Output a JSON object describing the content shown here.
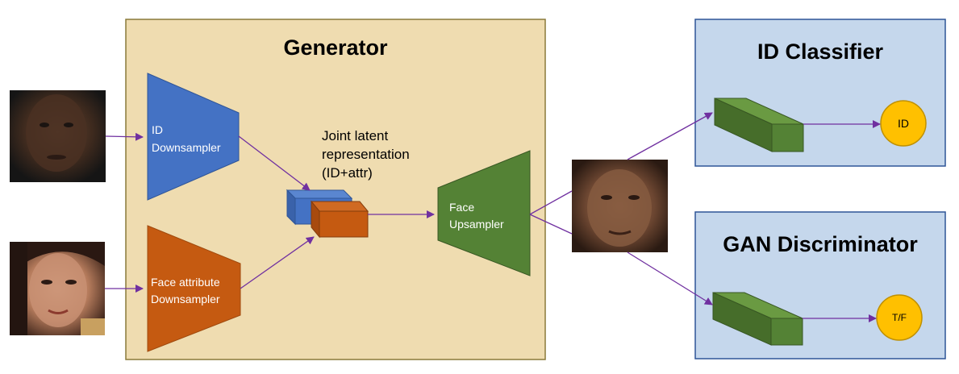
{
  "generator": {
    "title": "Generator"
  },
  "id_classifier": {
    "title": "ID Classifier",
    "output_label": "ID"
  },
  "gan_discriminator": {
    "title": "GAN Discriminator",
    "output_label": "T/F"
  },
  "id_downsampler": {
    "line1": "ID",
    "line2": "Downsampler"
  },
  "face_attr_downsampler": {
    "line1": "Face attribute",
    "line2": "Downsampler"
  },
  "face_upsampler": {
    "line1": "Face",
    "line2": "Upsampler"
  },
  "joint_latent": {
    "line1": "Joint latent",
    "line2": "representation",
    "line3": "(ID+attr)"
  },
  "colors": {
    "generator_bg": "#efdcb0",
    "classifier_bg": "#c5d7ec",
    "blue_block": "#4472c4",
    "orange_block": "#c55a11",
    "green_block": "#548235",
    "output_circle": "#ffc000",
    "arrow": "#7030a0"
  }
}
